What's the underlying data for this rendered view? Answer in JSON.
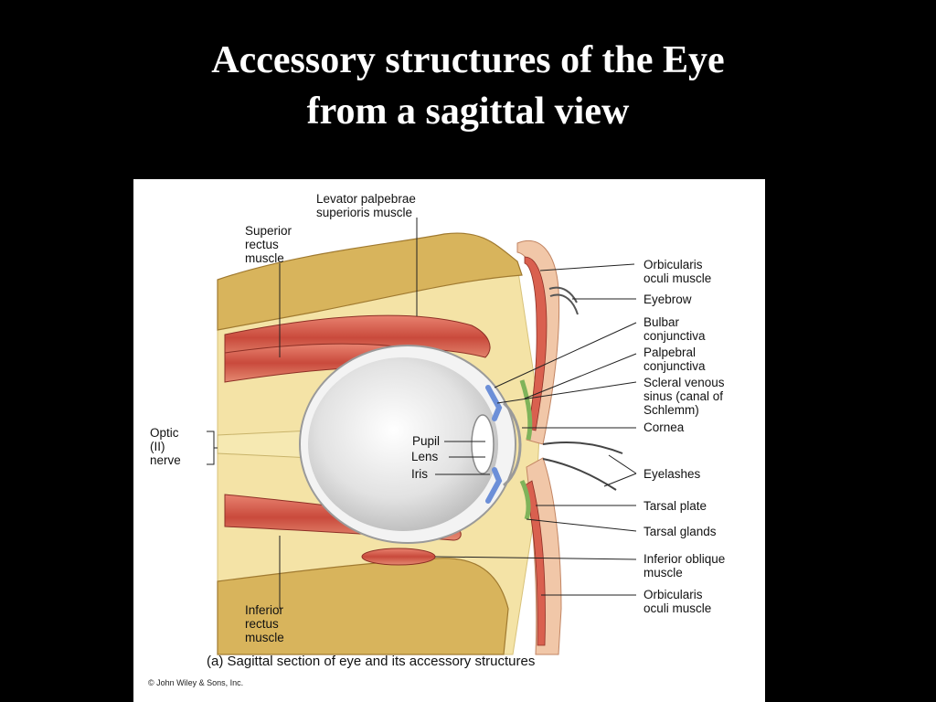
{
  "slide": {
    "title_line1": "Accessory structures of the Eye",
    "title_line2": "from a sagittal view"
  },
  "figure": {
    "labels": {
      "levator": "Levator palpebrae\nsuperioris muscle",
      "superior_rectus": "Superior\nrectus\nmuscle",
      "optic_nerve": "Optic\n(II)\nnerve",
      "pupil": "Pupil",
      "lens": "Lens",
      "iris": "Iris",
      "inferior_rectus": "Inferior\nrectus\nmuscle",
      "orbicularis_top": "Orbicularis\noculi muscle",
      "eyebrow": "Eyebrow",
      "bulbar": "Bulbar\nconjunctiva",
      "palpebral": "Palpebral\nconjunctiva",
      "scleral": "Scleral venous\nsinus (canal of\nSchlemm)",
      "cornea": "Cornea",
      "eyelashes": "Eyelashes",
      "tarsal_plate": "Tarsal plate",
      "tarsal_glands": "Tarsal glands",
      "inferior_oblique": "Inferior oblique\nmuscle",
      "orbicularis_bottom": "Orbicularis\noculi muscle"
    },
    "caption": "(a) Sagittal section of eye and its accessory structures",
    "copyright": "© John Wiley & Sons, Inc."
  },
  "colors": {
    "background": "#000000",
    "title": "#ffffff",
    "muscle": "#d9604f",
    "fat": "#f4e3a6",
    "bone": "#d8b45c",
    "sclera": "#f3f3f3",
    "iris": "#6c8fd8",
    "gland": "#7fb35a"
  }
}
